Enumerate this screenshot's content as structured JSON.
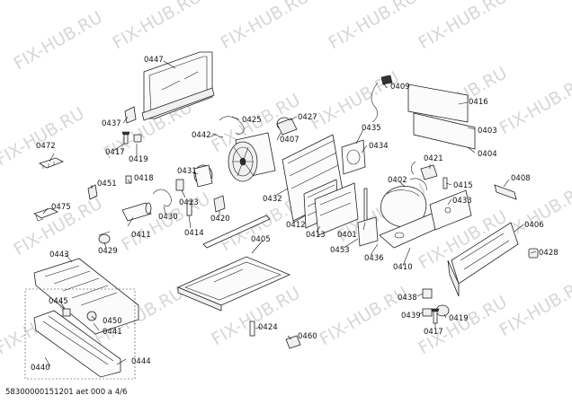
{
  "watermark": "FIX-HUB.RU",
  "footer": "58300000151201 aet 000 a 4/6",
  "part_labels": {
    "p0447": "0447",
    "p0437": "0437",
    "p0417a": "0417",
    "p0419a": "0419",
    "p0472": "0472",
    "p0451": "0451",
    "p0418": "0418",
    "p0475": "0475",
    "p0442": "0442",
    "p0425": "0425",
    "p0427": "0427",
    "p0407": "0407",
    "p0431": "0431",
    "p0423": "0423",
    "p0430": "0430",
    "p0420": "0420",
    "p0414": "0414",
    "p0411": "0411",
    "p0429": "0429",
    "p0432": "0432",
    "p0435": "0435",
    "p0434": "0434",
    "p0409": "0409",
    "p0416": "0416",
    "p0403": "0403",
    "p0404": "0404",
    "p0421": "0421",
    "p0415": "0415",
    "p0402": "0402",
    "p0433": "0433",
    "p0408": "0408",
    "p0412": "0412",
    "p0413": "0413",
    "p0401": "0401",
    "p0453": "0453",
    "p0436": "0436",
    "p0406": "0406",
    "p0410": "0410",
    "p0428": "0428",
    "p0405": "0405",
    "p0443": "0443",
    "p0445": "0445",
    "p0450": "0450",
    "p0441": "0441",
    "p0444": "0444",
    "p0440": "0440",
    "p0424": "0424",
    "p0460": "0460",
    "p0438": "0438",
    "p0439": "0439",
    "p0419b": "0419",
    "p0417b": "0417"
  }
}
